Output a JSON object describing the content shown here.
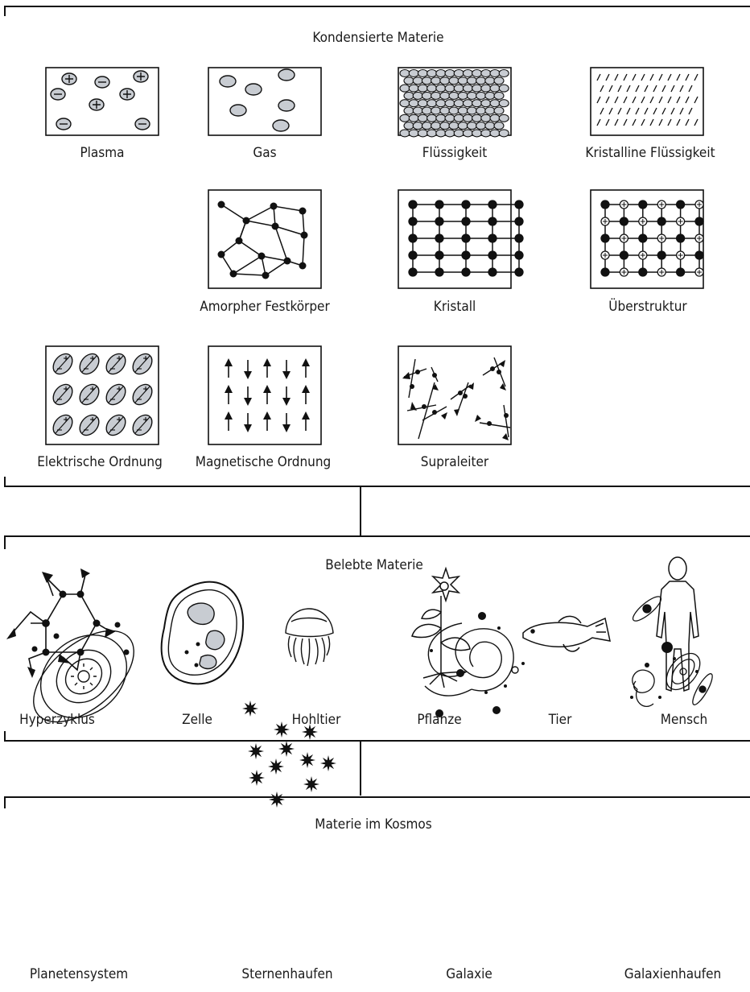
{
  "sections": [
    {
      "title": "Kondensierte Materie",
      "items": [
        "Plasma",
        "Gas",
        "Flüssigkeit",
        "Kristalline Flüssigkeit",
        "Amorpher Festkörper",
        "Kristall",
        "Überstruktur",
        "Elektrische Ordnung",
        "Magnetische Ordnung",
        "Supraleiter"
      ]
    },
    {
      "title": "Belebte Materie",
      "items": [
        "Hyperzyklus",
        "Zelle",
        "Hohltier",
        "Pflanze",
        "Tier",
        "Mensch"
      ]
    },
    {
      "title": "Materie im Kosmos",
      "items": [
        "Planetensystem",
        "Sternenhaufen",
        "Galaxie",
        "Galaxienhaufen"
      ]
    }
  ],
  "colors": {
    "line": "#111111",
    "fill": "#c8ccd2"
  }
}
